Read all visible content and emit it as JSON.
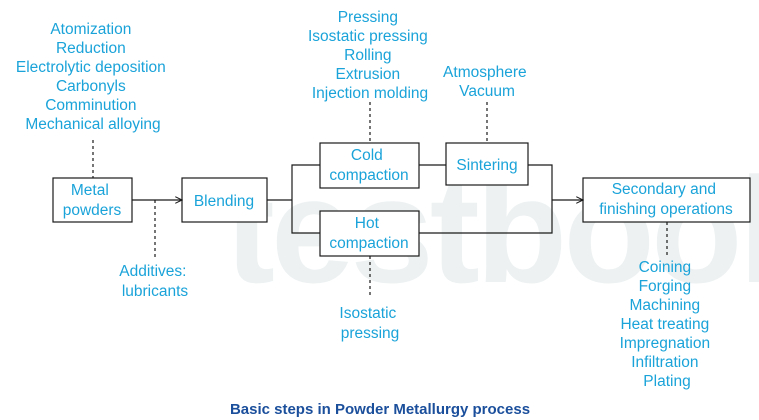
{
  "title": "Basic steps in Powder Metallurgy process",
  "watermark": "testbook",
  "colors": {
    "text": "#1aa3d9",
    "title": "#1b4f9c",
    "line": "#1a1a1a",
    "watermark": "#edf1f2"
  },
  "boxes": {
    "metal_powders": [
      "Metal",
      "powders"
    ],
    "blending": [
      "Blending"
    ],
    "cold_compaction": [
      "Cold",
      "compaction"
    ],
    "hot_compaction": [
      "Hot",
      "compaction"
    ],
    "sintering": [
      "Sintering"
    ],
    "secondary": [
      "Secondary and",
      "finishing operations"
    ]
  },
  "notes": {
    "powder_methods": [
      "Atomization",
      "Reduction",
      "Electrolytic deposition",
      "Carbonyls",
      "Comminution",
      "Mechanical alloying"
    ],
    "additives": [
      "Additives:",
      "lubricants"
    ],
    "cold_methods": [
      "Pressing",
      "Isostatic pressing",
      "Rolling",
      "Extrusion",
      "Injection molding"
    ],
    "sinter_conditions": [
      "Atmosphere",
      "Vacuum"
    ],
    "hot_methods": [
      "Isostatic",
      "pressing"
    ],
    "finishing_ops": [
      "Coining",
      "Forging",
      "Machining",
      "Heat treating",
      "Impregnation",
      "Infiltration",
      "Plating"
    ]
  }
}
